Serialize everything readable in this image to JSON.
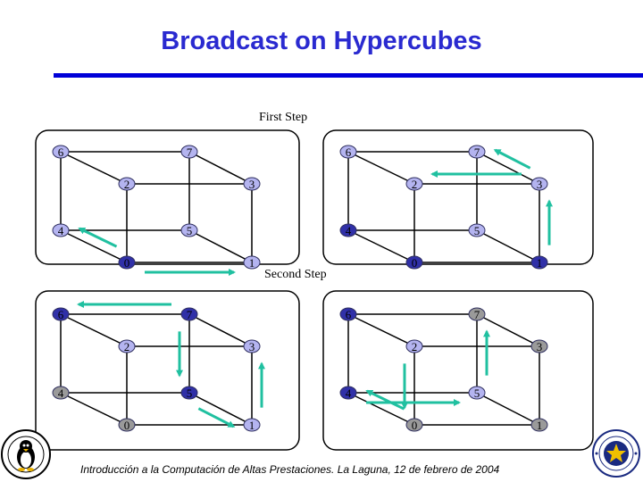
{
  "title": "Broadcast on Hypercubes",
  "labels": {
    "first_step": "First Step",
    "second_step": "Second Step"
  },
  "footer": "Introducción a la Computación de Altas Prestaciones. La Laguna, 12 de febrero de 2004",
  "colors": {
    "title": "#2a2ad0",
    "rule": "#0000d8",
    "node_light": "#b4b4f0",
    "node_dark": "#3030a8",
    "node_grey": "#9a9a9a",
    "arrow": "#20c0a0"
  },
  "icons": {
    "left_logo": "penguin-logo",
    "right_logo": "university-seal-logo"
  },
  "cubes": [
    {
      "name": "cube-1",
      "nodes": [
        {
          "label": "6",
          "state": "light"
        },
        {
          "label": "7",
          "state": "light"
        },
        {
          "label": "2",
          "state": "light"
        },
        {
          "label": "3",
          "state": "light"
        },
        {
          "label": "4",
          "state": "light"
        },
        {
          "label": "5",
          "state": "light"
        },
        {
          "label": "0",
          "state": "dark"
        },
        {
          "label": "1",
          "state": "light"
        }
      ],
      "arrows": [
        [
          "0",
          "1"
        ],
        [
          "0",
          "4"
        ]
      ]
    },
    {
      "name": "cube-2",
      "nodes": [
        {
          "label": "6",
          "state": "light"
        },
        {
          "label": "7",
          "state": "light"
        },
        {
          "label": "2",
          "state": "light"
        },
        {
          "label": "3",
          "state": "light"
        },
        {
          "label": "4",
          "state": "dark"
        },
        {
          "label": "5",
          "state": "light"
        },
        {
          "label": "0",
          "state": "dark"
        },
        {
          "label": "1",
          "state": "dark"
        }
      ],
      "arrows": [
        [
          "1",
          "3"
        ],
        [
          "3",
          "2"
        ],
        [
          "3",
          "7"
        ]
      ]
    },
    {
      "name": "cube-3",
      "nodes": [
        {
          "label": "6",
          "state": "dark"
        },
        {
          "label": "7",
          "state": "dark"
        },
        {
          "label": "2",
          "state": "light"
        },
        {
          "label": "3",
          "state": "light"
        },
        {
          "label": "4",
          "state": "grey"
        },
        {
          "label": "5",
          "state": "dark"
        },
        {
          "label": "0",
          "state": "grey"
        },
        {
          "label": "1",
          "state": "light"
        }
      ],
      "arrows": [
        [
          "7",
          "6"
        ],
        [
          "7",
          "5"
        ],
        [
          "1",
          "3"
        ],
        [
          "5",
          "1"
        ]
      ]
    },
    {
      "name": "cube-4",
      "nodes": [
        {
          "label": "6",
          "state": "dark"
        },
        {
          "label": "7",
          "state": "grey"
        },
        {
          "label": "2",
          "state": "light"
        },
        {
          "label": "3",
          "state": "grey"
        },
        {
          "label": "4",
          "state": "dark"
        },
        {
          "label": "5",
          "state": "light"
        },
        {
          "label": "0",
          "state": "grey"
        },
        {
          "label": "1",
          "state": "grey"
        }
      ],
      "arrows": [
        [
          "2",
          "0"
        ],
        [
          "0",
          "4"
        ],
        [
          "4",
          "5"
        ],
        [
          "5",
          "7"
        ]
      ]
    }
  ]
}
